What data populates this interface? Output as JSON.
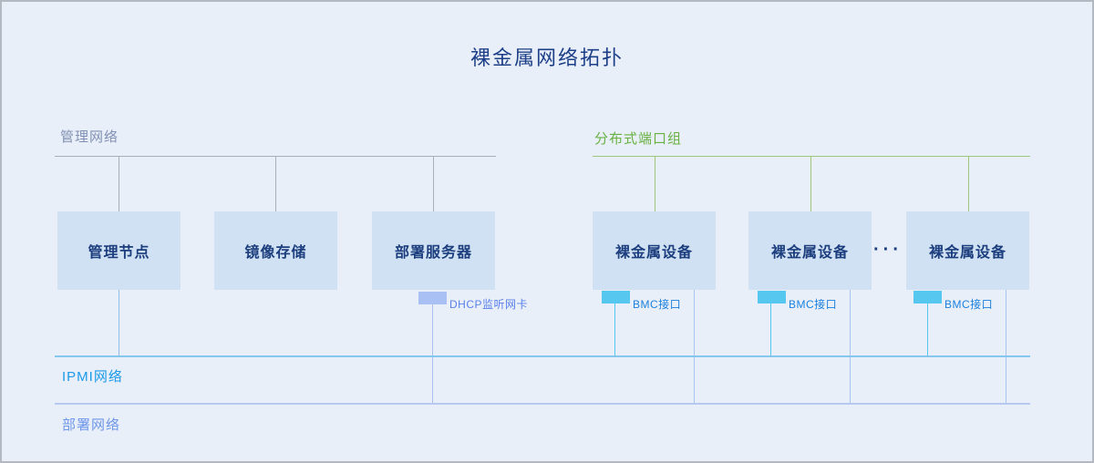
{
  "title": "裸金属网络拓扑",
  "management_network": {
    "label": "管理网络",
    "nodes": [
      "管理节点",
      "镜像存储",
      "部署服务器"
    ]
  },
  "port_group": {
    "label": "分布式端口组",
    "nodes": [
      "裸金属设备",
      "裸金属设备",
      "裸金属设备"
    ],
    "ellipsis": "···"
  },
  "tags": {
    "dhcp": "DHCP监听网卡",
    "bmc": "BMC接口"
  },
  "ipmi_network": {
    "label": "IPMI网络"
  },
  "deployment_network": {
    "label": "部署网络"
  },
  "colors": {
    "background": "#e9eff9",
    "node_fill": "#d0e1f3",
    "node_text": "#1c3e7e",
    "title_text": "#1c3f88",
    "management_bus": "#a9aeb9",
    "management_label": "#8191b4",
    "port_group_green": "#68b142",
    "port_group_line": "#9cc87e",
    "bmc_cyan": "#56c7ee",
    "bmc_text": "#1b80de",
    "dhcp_tag": "#a9c0f4",
    "dhcp_text": "#5a80ea",
    "ipmi_line": "#85c8ef",
    "ipmi_text": "#1b9ae9",
    "deployment_line": "#b7c9f0",
    "deployment_text": "#6e96e9"
  }
}
